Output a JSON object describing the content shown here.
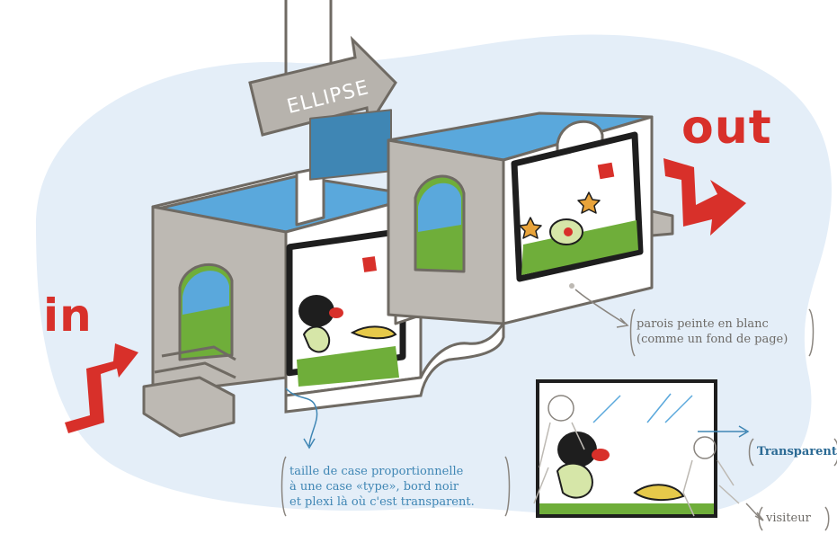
{
  "sign": {
    "text": "ELLIPSE"
  },
  "entrance_label": "in",
  "exit_label": "out",
  "callouts": {
    "walls": [
      "parois peinte en blanc",
      "(comme un fond de page)"
    ],
    "case": [
      "taille de case proportionnelle",
      "à une case «type», bord noir",
      "et plexi là où c'est transparent."
    ],
    "transparent": "Transparent",
    "visitor": "visiteur"
  },
  "colors": {
    "background_blob": "#e4eef8",
    "wall": "#ffffff",
    "wall_outline": "#6f6a63",
    "sky": "#5aa8dc",
    "grass": "#6fae3a",
    "sign": "#b7b3ad",
    "red_arrow": "#d8302a",
    "callout_line": "#8a857f",
    "callout_line_blue": "#3f86b4"
  }
}
